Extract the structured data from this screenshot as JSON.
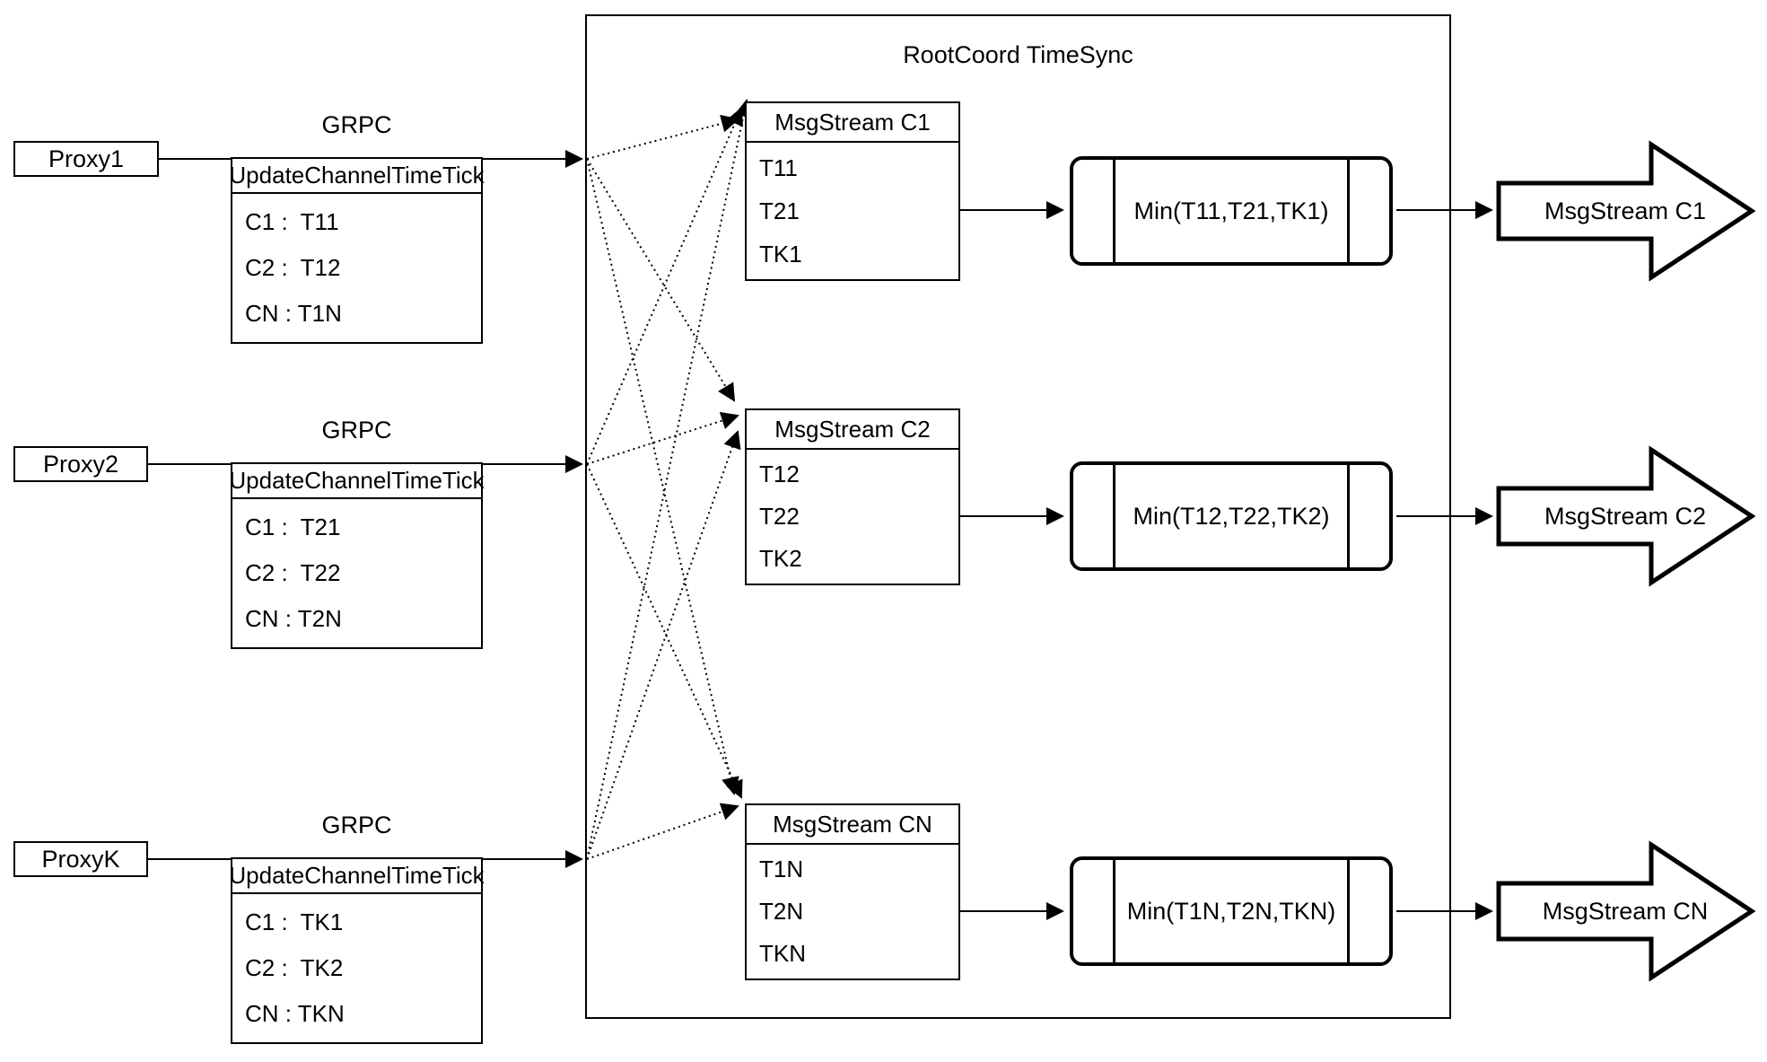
{
  "title": "RootCoord TimeSync",
  "proxies": [
    {
      "name": "Proxy1",
      "protocol_label": "GRPC",
      "message": {
        "header": "UpdateChannelTimeTick",
        "rows": [
          "C1 :  T11",
          "C2 :  T12",
          "CN : T1N"
        ]
      }
    },
    {
      "name": "Proxy2",
      "protocol_label": "GRPC",
      "message": {
        "header": "UpdateChannelTimeTick",
        "rows": [
          "C1 :  T21",
          "C2 :  T22",
          "CN : T2N"
        ]
      }
    },
    {
      "name": "ProxyK",
      "protocol_label": "GRPC",
      "message": {
        "header": "UpdateChannelTimeTick",
        "rows": [
          "C1 :  TK1",
          "C2 :  TK2",
          "CN : TKN"
        ]
      }
    }
  ],
  "streams": [
    {
      "table_header": "MsgStream C1",
      "table_rows": [
        "T11",
        "T21",
        "TK1"
      ],
      "min_label": "Min(T11,T21,TK1)",
      "output_label": "MsgStream C1"
    },
    {
      "table_header": "MsgStream C2",
      "table_rows": [
        "T12",
        "T22",
        "TK2"
      ],
      "min_label": "Min(T12,T22,TK2)",
      "output_label": "MsgStream C2"
    },
    {
      "table_header": "MsgStream CN",
      "table_rows": [
        "T1N",
        "T2N",
        "TKN"
      ],
      "min_label": "Min(T1N,T2N,TKN)",
      "output_label": "MsgStream CN"
    }
  ],
  "colors": {
    "stroke": "#000000",
    "fill": "#ffffff"
  }
}
